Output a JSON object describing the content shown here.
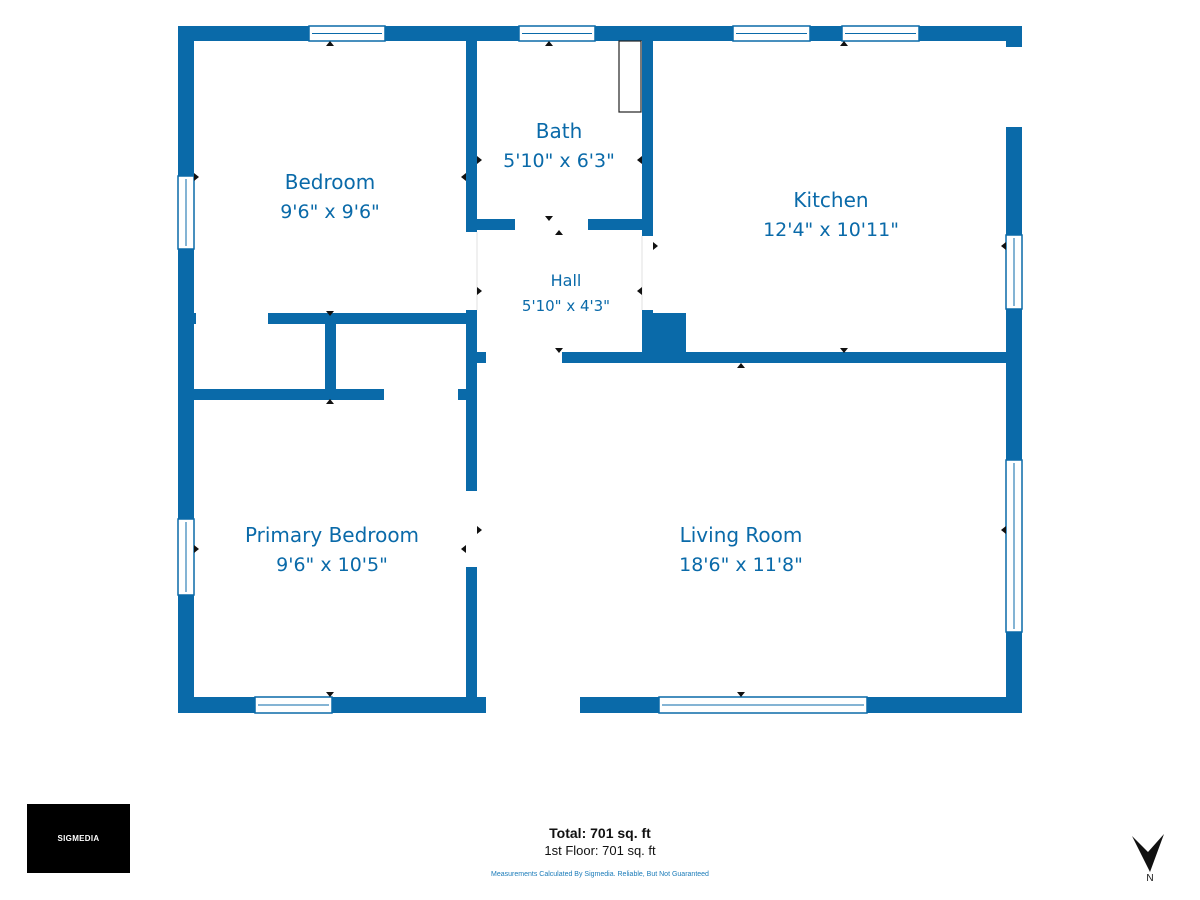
{
  "colors": {
    "wall": "#0a6aa9",
    "text": "#0a6aa9",
    "window": "#ffffff"
  },
  "rooms": {
    "bedroom": {
      "name": "Bedroom",
      "dims": "9'6\" x 9'6\""
    },
    "bath": {
      "name": "Bath",
      "dims": "5'10\" x 6'3\""
    },
    "kitchen": {
      "name": "Kitchen",
      "dims": "12'4\" x 10'11\""
    },
    "hall": {
      "name": "Hall",
      "dims": "5'10\" x 4'3\""
    },
    "primary_bedroom": {
      "name": "Primary Bedroom",
      "dims": "9'6\" x 10'5\""
    },
    "living_room": {
      "name": "Living Room",
      "dims": "18'6\" x 11'8\""
    }
  },
  "footer": {
    "logo_text": "SIGMEDIA",
    "total": "Total: 701 sq. ft",
    "floor": "1st Floor: 701 sq. ft",
    "disclaimer": "Measurements Calculated By Sigmedia. Reliable, But Not Guaranteed",
    "compass_label": "N"
  }
}
